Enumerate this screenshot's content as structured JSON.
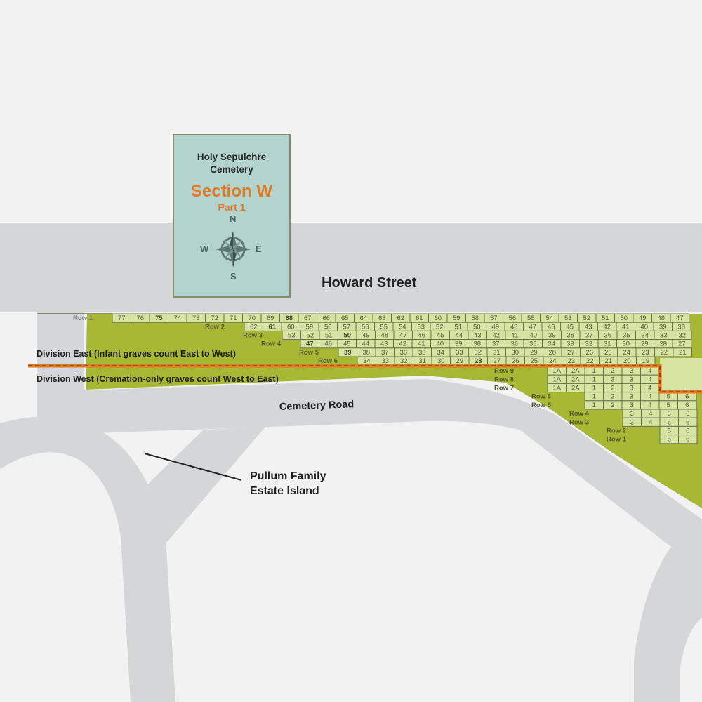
{
  "map": {
    "title": {
      "cemetery": "Holy Sepulchre Cemetery",
      "section": "Section W",
      "part": "Part 1"
    },
    "compass": {
      "north": "N",
      "south": "S",
      "east": "E",
      "west": "W",
      "icon": "compass-rose-icon"
    },
    "streets": {
      "howard": "Howard Street",
      "cemetery_road": "Cemetery Road"
    },
    "divisions": {
      "east": "Division East (Infant graves count East to West)",
      "west": "Division West (Cremation-only graves count West to East)"
    },
    "estate": {
      "line1": "Pullum Family",
      "line2": "Estate Island"
    },
    "colors": {
      "background": "#f2f2f2",
      "road": "#d5d6d8",
      "section_fill": "#a8b835",
      "plot_fill": "#d6e3a1",
      "plot_border": "#6b6f4e",
      "division_line": "#e07a22",
      "title_card": "#b3d3cf",
      "accent_text": "#e07a22"
    },
    "east_rows": [
      {
        "label": "Row 1",
        "numbers": [
          "77",
          "76",
          "75",
          "74",
          "73",
          "72",
          "71",
          "70",
          "69",
          "68",
          "67",
          "66",
          "65",
          "64",
          "63",
          "62",
          "61",
          "60",
          "59",
          "58",
          "57",
          "56",
          "55",
          "54",
          "53",
          "52",
          "51",
          "50",
          "49",
          "48",
          "47"
        ],
        "bold": [
          "75",
          "68"
        ]
      },
      {
        "label": "Row 2",
        "numbers": [
          "62",
          "61",
          "60",
          "59",
          "58",
          "57",
          "56",
          "55",
          "54",
          "53",
          "52",
          "51",
          "50",
          "49",
          "48",
          "47",
          "46",
          "45",
          "43",
          "42",
          "41",
          "40",
          "39",
          "38"
        ],
        "bold": [
          "61"
        ]
      },
      {
        "label": "Row 3",
        "numbers": [
          "53",
          "52",
          "51",
          "50",
          "49",
          "48",
          "47",
          "46",
          "45",
          "44",
          "43",
          "42",
          "41",
          "40",
          "39",
          "38",
          "37",
          "36",
          "35",
          "34",
          "33",
          "32"
        ],
        "bold": [
          "50"
        ]
      },
      {
        "label": "Row 4",
        "numbers": [
          "47",
          "46",
          "45",
          "44",
          "43",
          "42",
          "41",
          "40",
          "39",
          "38",
          "37",
          "36",
          "35",
          "34",
          "33",
          "32",
          "31",
          "30",
          "29",
          "28",
          "27"
        ],
        "bold": [
          "47"
        ]
      },
      {
        "label": "Row 5",
        "numbers": [
          "39",
          "38",
          "37",
          "36",
          "35",
          "34",
          "33",
          "32",
          "31",
          "30",
          "29",
          "28",
          "27",
          "26",
          "25",
          "24",
          "23",
          "22",
          "21"
        ],
        "bold": [
          "39"
        ]
      },
      {
        "label": "Row 6",
        "numbers": [
          "34",
          "33",
          "32",
          "31",
          "30",
          "29",
          "28",
          "27",
          "26",
          "25",
          "24",
          "23",
          "22",
          "21",
          "20",
          "19"
        ],
        "bold": [
          "28"
        ]
      }
    ],
    "west_rows": [
      {
        "label": "Row 9",
        "numbers": [
          "1A",
          "2A",
          "1",
          "2",
          "3",
          "4"
        ]
      },
      {
        "label": "Row 8",
        "numbers": [
          "1A",
          "2A",
          "1",
          "3",
          "3",
          "4"
        ]
      },
      {
        "label": "Row 7",
        "numbers": [
          "1A",
          "2A",
          "1",
          "2",
          "3",
          "4"
        ]
      },
      {
        "label": "Row 6",
        "numbers": [
          "1",
          "2",
          "3",
          "4",
          "5",
          "6"
        ]
      },
      {
        "label": "Row 5",
        "numbers": [
          "1",
          "2",
          "3",
          "4",
          "5",
          "6"
        ]
      },
      {
        "label": "Row 4",
        "numbers": [
          "3",
          "4",
          "5",
          "6"
        ]
      },
      {
        "label": "Row 3",
        "numbers": [
          "3",
          "4",
          "5",
          "6"
        ]
      },
      {
        "label": "Row 2",
        "numbers": [
          "5",
          "6"
        ]
      },
      {
        "label": "Row 1",
        "numbers": [
          "5",
          "6"
        ]
      }
    ]
  }
}
